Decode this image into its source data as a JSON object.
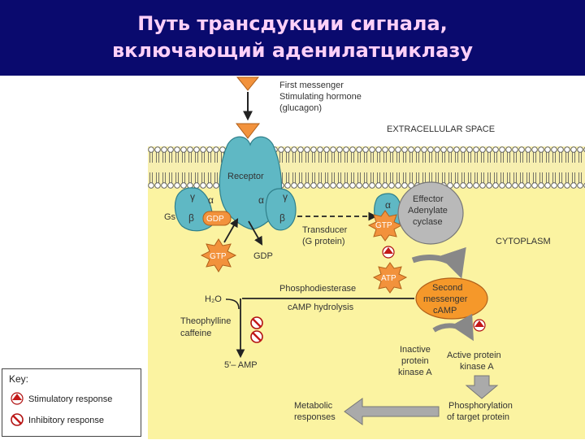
{
  "title": {
    "line1": "Путь трансдукции сигнала,",
    "line2": "включающий аденилатциклазу"
  },
  "colors": {
    "header_bg": "#0a0a6e",
    "title_text": "#ffd0f8",
    "cytoplasm": "#fbf3a1",
    "protein_teal": "#5fb8c4",
    "effector_gray": "#b9b9b9",
    "gdp_gtp_orange": "#f2923c",
    "second_messenger": "#f5982a"
  },
  "labels": {
    "first_messenger": "First messenger",
    "stimulating_hormone": "Stimulating hormone",
    "glucagon": "(glucagon)",
    "extracellular": "EXTRACELLULAR SPACE",
    "receptor": "Receptor",
    "gamma": "γ",
    "alpha": "α",
    "beta": "β",
    "gs": "Gs",
    "gdp": "GDP",
    "gtp": "GTP",
    "transducer_1": "Transducer",
    "transducer_2": "(G protein)",
    "effector_1": "Effector",
    "effector_2": "Adenylate",
    "effector_3": "cyclase",
    "cytoplasm": "CYTOPLASM",
    "atp": "ATP",
    "phosphodiesterase": "Phosphodiesterase",
    "h2o": "H₂O",
    "camp_hydrolysis": "cAMP hydrolysis",
    "theophylline": "Theophylline",
    "caffeine": "caffeine",
    "amp": "5'– AMP",
    "second_1": "Second",
    "second_2": "messenger",
    "second_3": "cAMP",
    "inactive_1": "Inactive",
    "inactive_2": "protein",
    "inactive_3": "kinase A",
    "active_1": "Active protein",
    "active_2": "kinase A",
    "metabolic_1": "Metabolic",
    "metabolic_2": "responses",
    "phosph_1": "Phosphorylation",
    "phosph_2": "of target protein"
  },
  "key": {
    "title": "Key:",
    "stimulatory": "Stimulatory response",
    "inhibitory": "Inhibitory response"
  }
}
